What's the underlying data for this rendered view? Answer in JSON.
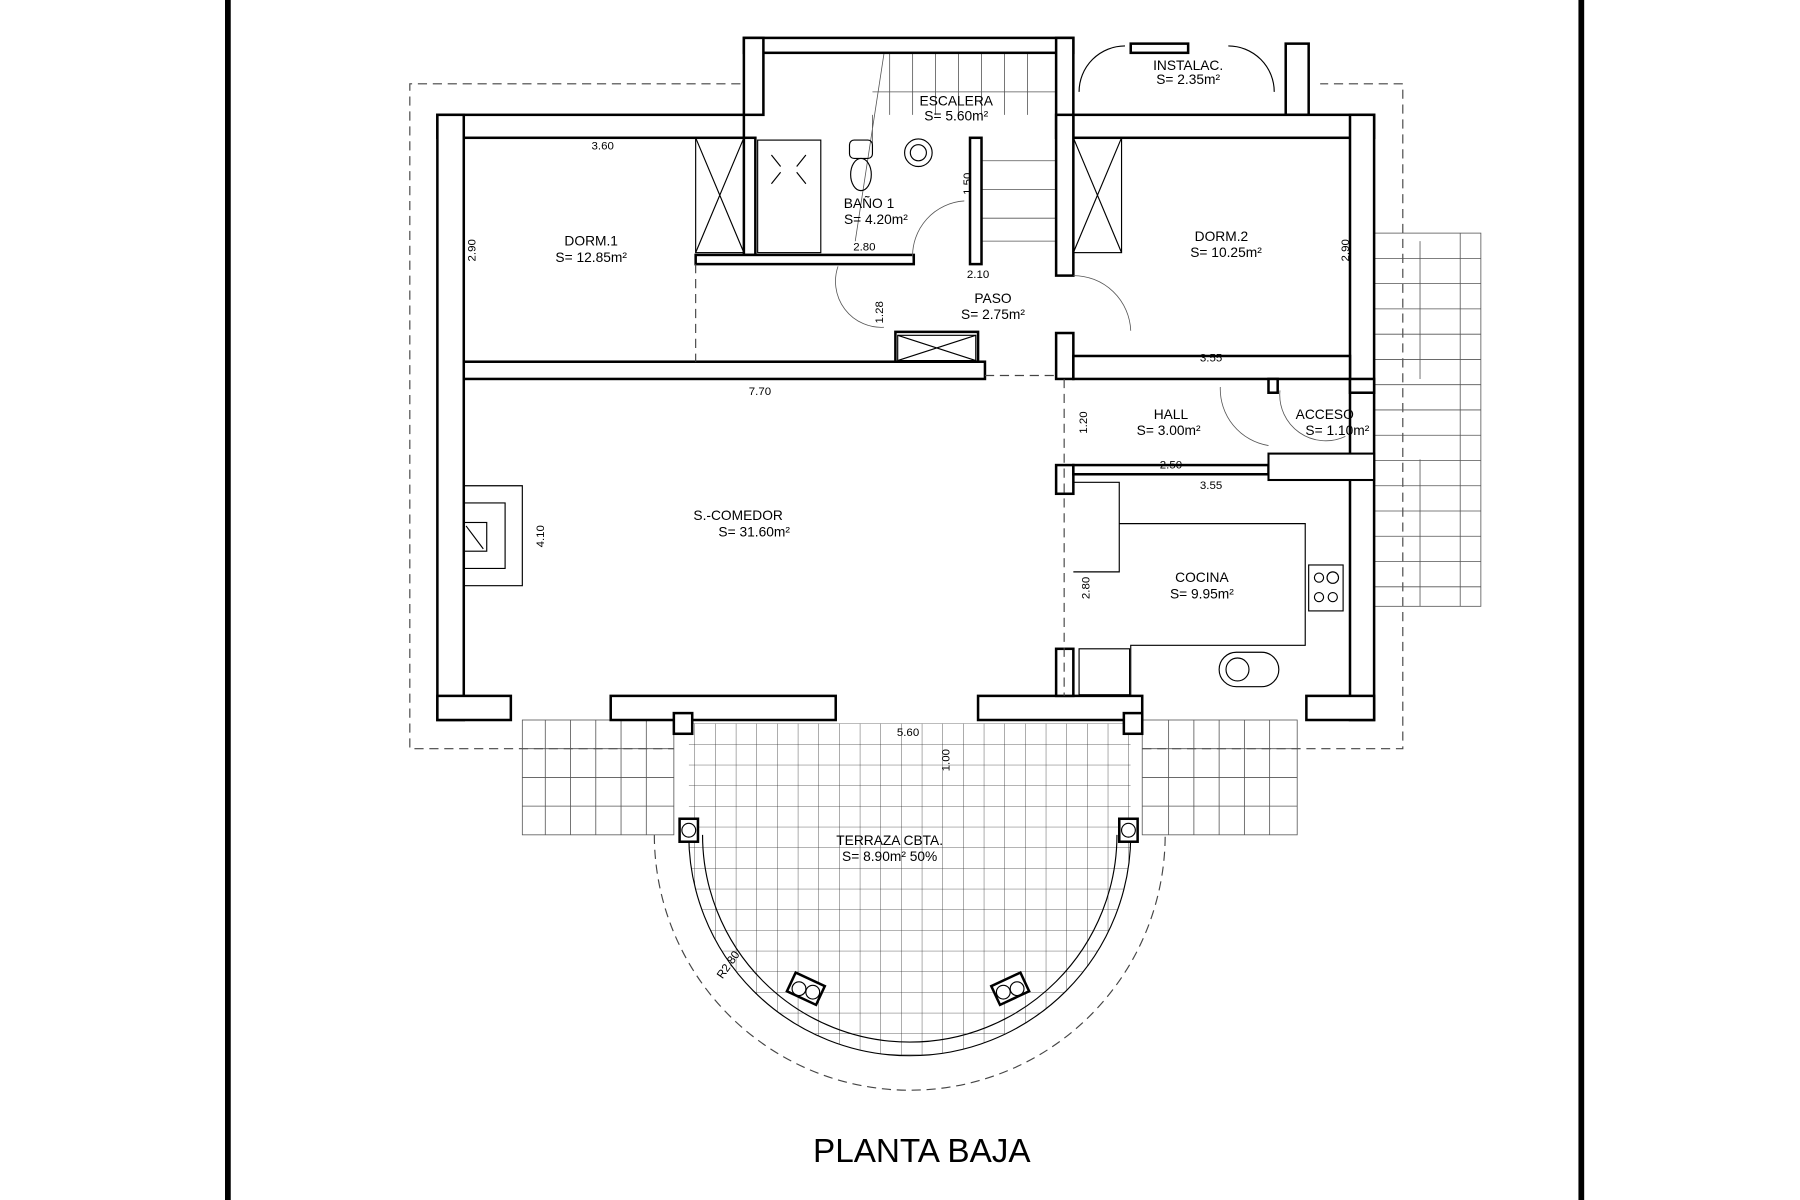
{
  "plan_title": "PLANTA BAJA",
  "rooms": {
    "escalera": {
      "name": "ESCALERA",
      "area": "S= 5.60m²"
    },
    "instalac": {
      "name": "INSTALAC.",
      "area": "S= 2.35m²"
    },
    "dorm1": {
      "name": "DORM.1",
      "area": "S= 12.85m²"
    },
    "bano1": {
      "name": "BAÑO 1",
      "area": "S= 4.20m²"
    },
    "dorm2": {
      "name": "DORM.2",
      "area": "S= 10.25m²"
    },
    "paso": {
      "name": "PASO",
      "area": "S= 2.75m²"
    },
    "hall": {
      "name": "HALL",
      "area": "S= 3.00m²"
    },
    "acceso": {
      "name": "ACCESO",
      "area": "S= 1.10m²"
    },
    "salon": {
      "name": "S.-COMEDOR",
      "area": "S= 31.60m²"
    },
    "cocina": {
      "name": "COCINA",
      "area": "S= 9.95m²"
    },
    "terraza": {
      "name": "TERRAZA CBTA.",
      "area": "S= 8.90m² 50%"
    }
  },
  "dimensions": {
    "dorm1_width": "3.60",
    "dorm1_depth": "2.90",
    "bano_depth": "1.50",
    "bano_width": "2.80",
    "paso_width": "2.10",
    "paso_depth": "1.28",
    "dorm2_width": "3.55",
    "dorm2_depth": "2.90",
    "salon_width": "7.70",
    "hall_depth": "1.20",
    "hall_width": "2.50",
    "cocina_width": "3.55",
    "salon_depth": "4.10",
    "cocina_depth": "2.80",
    "terraza_width": "5.60",
    "terraza_depth": "1.00",
    "terraza_radius": "R2.80"
  }
}
